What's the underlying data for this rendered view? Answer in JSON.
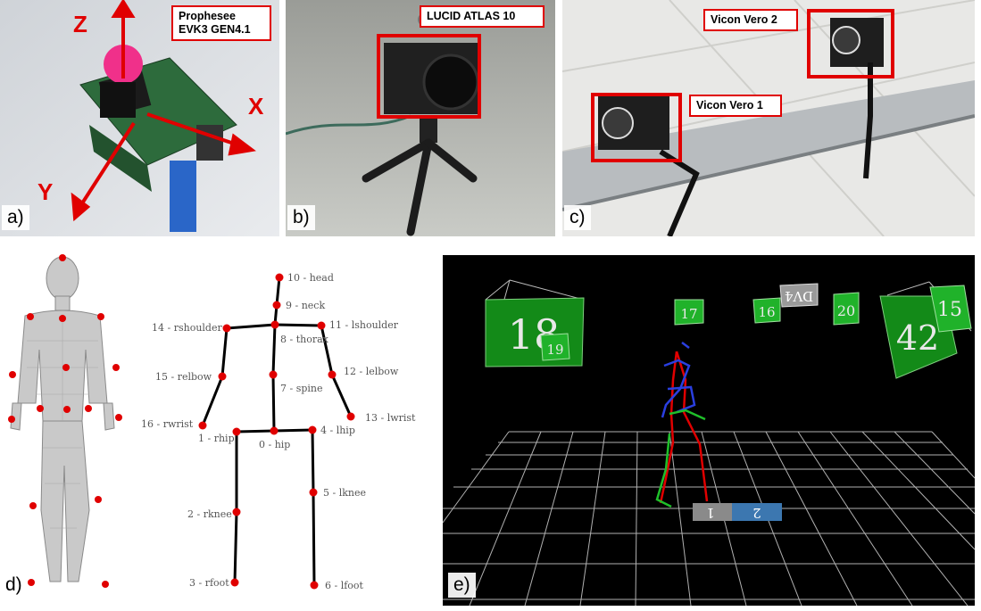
{
  "panels": {
    "a": {
      "label": "a)",
      "callout_line1": "Prophesee",
      "callout_line2": "EVK3 GEN4.1",
      "axis_x": "X",
      "axis_y": "Y",
      "axis_z": "Z"
    },
    "b": {
      "label": "b)",
      "callout": "LUCID ATLAS 10"
    },
    "c": {
      "label": "c)",
      "callout_1": "Vicon Vero 1",
      "callout_2": "Vicon Vero 2"
    },
    "d": {
      "label": "d)",
      "joints": [
        {
          "name": "head",
          "text": "10 - head"
        },
        {
          "name": "neck",
          "text": "9 - neck"
        },
        {
          "name": "lshoulder",
          "text": "11 - lshoulder"
        },
        {
          "name": "rshoulder",
          "text": "14 - rshoulder"
        },
        {
          "name": "thorax",
          "text": "8 - thorax"
        },
        {
          "name": "lelbow",
          "text": "12 - lelbow"
        },
        {
          "name": "relbow",
          "text": "15 - relbow"
        },
        {
          "name": "spine",
          "text": "7 - spine"
        },
        {
          "name": "lwrist",
          "text": "13 - lwrist"
        },
        {
          "name": "rwrist",
          "text": "16 - rwrist"
        },
        {
          "name": "lhip",
          "text": "4 - lhip"
        },
        {
          "name": "rhip",
          "text": "1 - rhip"
        },
        {
          "name": "hip",
          "text": "0 - hip"
        },
        {
          "name": "lknee",
          "text": "5 - lknee"
        },
        {
          "name": "rknee",
          "text": "2 - rknee"
        },
        {
          "name": "rfoot",
          "text": "3 - rfoot"
        },
        {
          "name": "lfoot",
          "text": "6 - lfoot"
        }
      ]
    },
    "e": {
      "label": "e)",
      "cameras": [
        "18",
        "19",
        "17",
        "16",
        "DV4",
        "20",
        "42",
        "15"
      ],
      "floor_tiles": [
        "1",
        "2"
      ]
    }
  },
  "colors": {
    "highlight": "#e00000",
    "marker": "#e00000",
    "vicon_camera": "#1f9a1f",
    "scene_bg": "#000000"
  }
}
